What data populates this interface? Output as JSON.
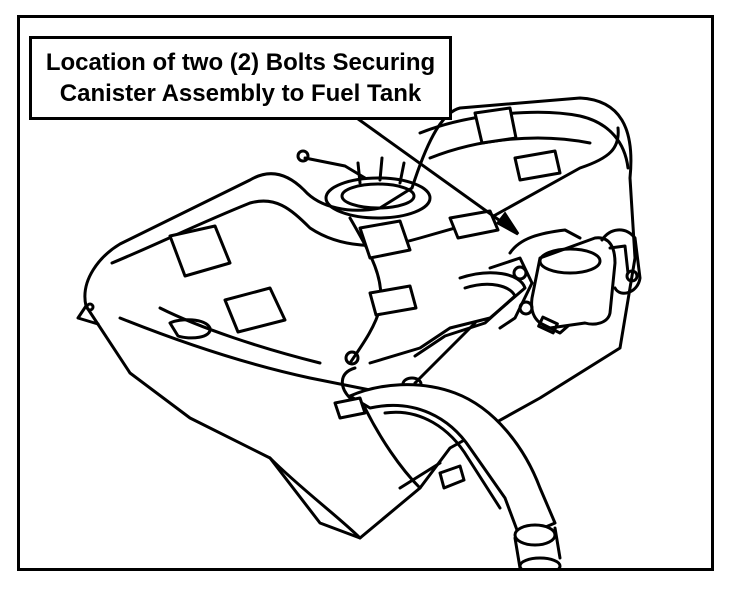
{
  "callout": {
    "line1": "Location of two (2) Bolts  Securing",
    "line2": "Canister Assembly to Fuel Tank"
  },
  "colors": {
    "ink": "#000000",
    "paper": "#ffffff"
  },
  "icons": [
    "arrow-pointer"
  ]
}
